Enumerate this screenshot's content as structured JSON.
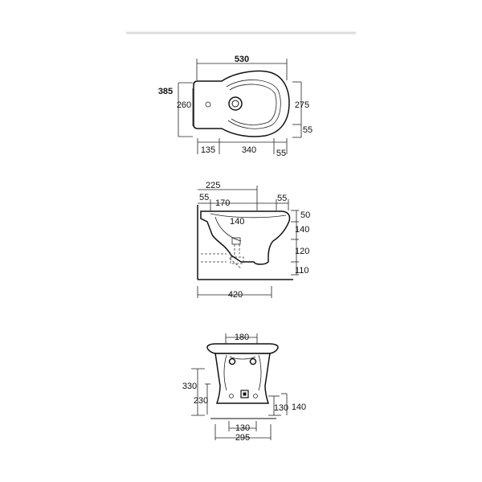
{
  "top_view": {
    "width": "530",
    "overall_depth": "385",
    "inner_depth": "260",
    "right_depth": "275",
    "right_offset": "55",
    "left_segment": "135",
    "middle_segment": "340",
    "right_segment": "55"
  },
  "side_view": {
    "top_width": "225",
    "rim_left": "55",
    "rim_span": "170",
    "rim_right": "55",
    "bowl_depth": "140",
    "h_rim": "50",
    "h_bowl": "140",
    "h_waste": "120",
    "h_floor": "110",
    "bottom_width": "420"
  },
  "front_view": {
    "top_width": "180",
    "height_total": "330",
    "height_inlet": "230",
    "right_inner": "130",
    "right_outer": "140",
    "bottom_inner": "130",
    "bottom_outer": "295"
  },
  "colors": {
    "line": "#111111",
    "rule": "#dddddd"
  }
}
